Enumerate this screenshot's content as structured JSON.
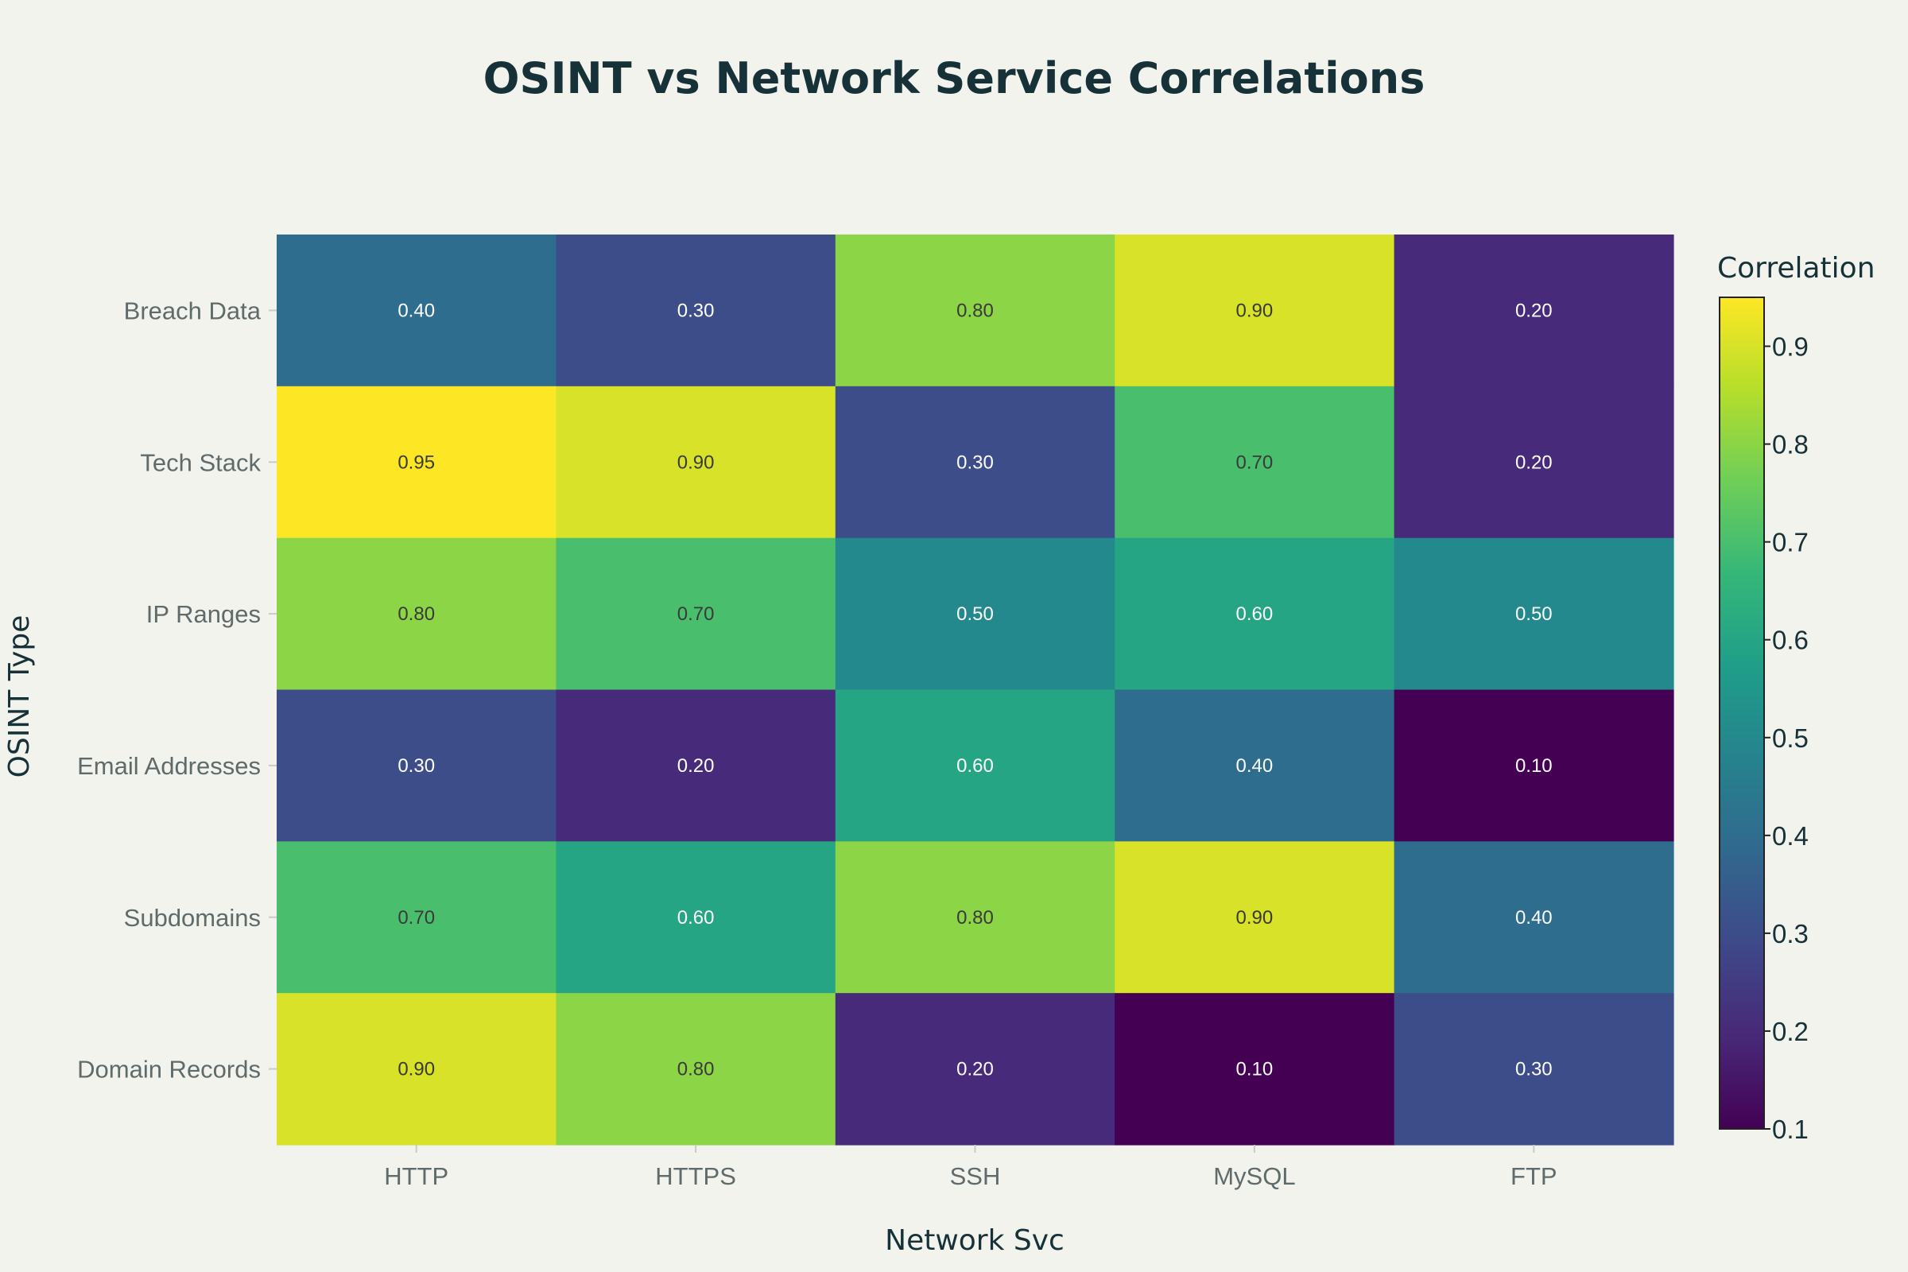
{
  "chart_data": {
    "type": "heatmap",
    "title": "OSINT vs Network Service Correlations",
    "xlabel": "Network Svc",
    "ylabel": "OSINT Type",
    "x_categories": [
      "HTTP",
      "HTTPS",
      "SSH",
      "MySQL",
      "FTP"
    ],
    "y_categories": [
      "Breach Data",
      "Tech Stack",
      "IP Ranges",
      "Email Addresses",
      "Subdomains",
      "Domain Records"
    ],
    "values": [
      [
        0.4,
        0.3,
        0.8,
        0.9,
        0.2
      ],
      [
        0.95,
        0.9,
        0.3,
        0.7,
        0.2
      ],
      [
        0.8,
        0.7,
        0.5,
        0.6,
        0.5
      ],
      [
        0.3,
        0.2,
        0.6,
        0.4,
        0.1
      ],
      [
        0.7,
        0.6,
        0.8,
        0.9,
        0.4
      ],
      [
        0.9,
        0.8,
        0.2,
        0.1,
        0.3
      ]
    ],
    "value_labels": [
      [
        "0.40",
        "0.30",
        "0.80",
        "0.90",
        "0.20"
      ],
      [
        "0.95",
        "0.90",
        "0.30",
        "0.70",
        "0.20"
      ],
      [
        "0.80",
        "0.70",
        "0.50",
        "0.60",
        "0.50"
      ],
      [
        "0.30",
        "0.20",
        "0.60",
        "0.40",
        "0.10"
      ],
      [
        "0.70",
        "0.60",
        "0.80",
        "0.90",
        "0.40"
      ],
      [
        "0.90",
        "0.80",
        "0.20",
        "0.10",
        "0.30"
      ]
    ],
    "colorscale": "viridis",
    "zrange": [
      0.1,
      0.95
    ],
    "colorbar": {
      "title": "Correlation",
      "ticks": [
        0.1,
        0.2,
        0.3,
        0.4,
        0.5,
        0.6,
        0.7,
        0.8,
        0.9
      ],
      "tick_labels": [
        "0.1",
        "0.2",
        "0.3",
        "0.4",
        "0.5",
        "0.6",
        "0.7",
        "0.8",
        "0.9"
      ]
    },
    "grid": false
  },
  "colors": {
    "background": "#f3f3ee",
    "title": "#163238",
    "tick_text": "#5f6b6b",
    "label_dark": "#3a3a3a",
    "label_light": "#ffffff"
  }
}
